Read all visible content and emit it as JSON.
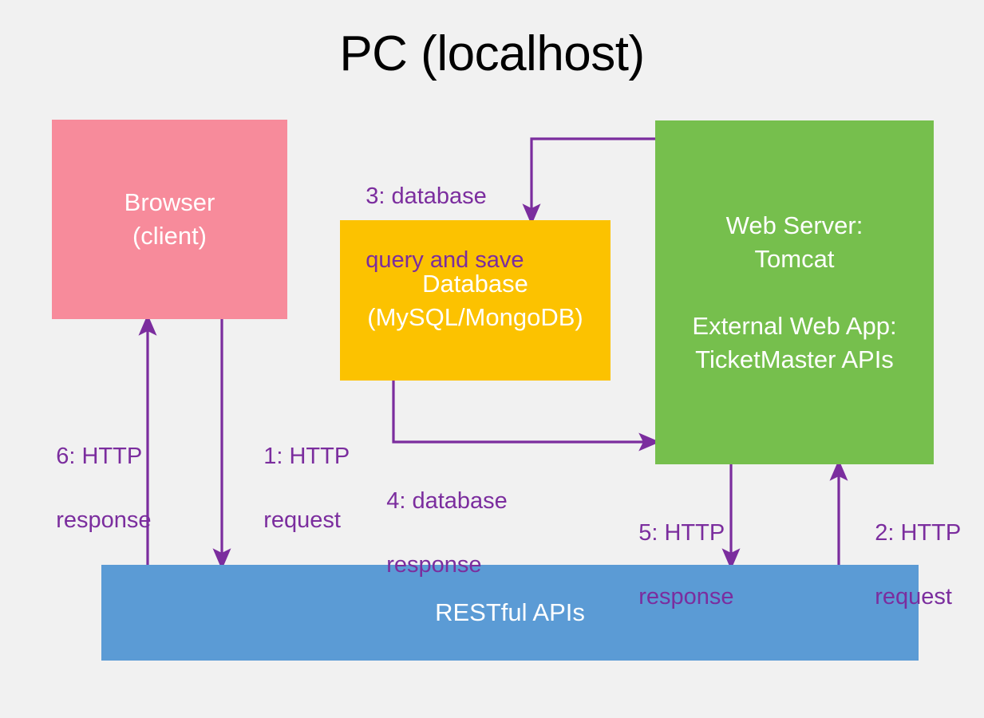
{
  "title": "PC (localhost)",
  "theme": {
    "background": "#f1f1f1",
    "title_color": "#000000",
    "arrow_color": "#7b2d9e",
    "node_text_color": "#ffffff"
  },
  "nodes": [
    {
      "id": "browser",
      "lines": [
        "Browser",
        "(client)"
      ],
      "color": "#f78b9b"
    },
    {
      "id": "database",
      "lines": [
        "Database",
        "(MySQL/MongoDB)"
      ],
      "color": "#fcc200"
    },
    {
      "id": "webserver",
      "lines": [
        "Web Server:",
        "Tomcat",
        "",
        "External Web App:",
        "TicketMaster APIs"
      ],
      "color": "#76bf4d"
    },
    {
      "id": "restful",
      "lines": [
        "RESTful APIs"
      ],
      "color": "#5b9bd5"
    }
  ],
  "arrows": [
    {
      "id": "1",
      "lines": [
        "1: HTTP",
        "request"
      ],
      "from": "browser",
      "to": "restful"
    },
    {
      "id": "2",
      "lines": [
        "2: HTTP",
        "request"
      ],
      "from": "restful",
      "to": "webserver"
    },
    {
      "id": "3",
      "lines": [
        "3: database",
        "query and save"
      ],
      "from": "webserver",
      "to": "database"
    },
    {
      "id": "4",
      "lines": [
        "4: database",
        "response"
      ],
      "from": "database",
      "to": "webserver"
    },
    {
      "id": "5",
      "lines": [
        "5: HTTP",
        "response"
      ],
      "from": "webserver",
      "to": "restful"
    },
    {
      "id": "6",
      "lines": [
        "6: HTTP",
        "response"
      ],
      "from": "restful",
      "to": "browser"
    }
  ]
}
